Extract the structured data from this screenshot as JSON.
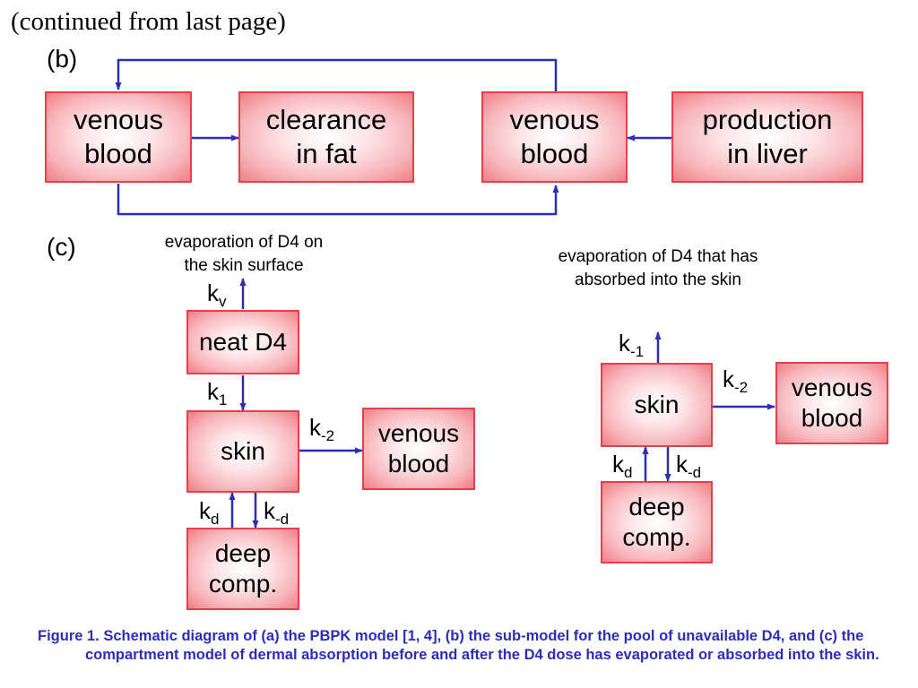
{
  "header": {
    "continued": "(continued from last page)"
  },
  "section_b": {
    "label": "(b)",
    "boxes": [
      "venous\nblood",
      "clearance\nin fat",
      "venous\nblood",
      "production\nin liver"
    ]
  },
  "section_c": {
    "label": "(c)",
    "note_left": "evaporation of D4 on\nthe skin surface",
    "note_right": "evaporation of D4 that has\nabsorbed into the skin",
    "left": {
      "boxes": {
        "neat": "neat D4",
        "skin": "skin",
        "venous": "venous\nblood",
        "deep": "deep\ncomp."
      },
      "rates": {
        "kv": [
          "k",
          "v"
        ],
        "k1": [
          "k",
          "1"
        ],
        "km2": [
          "k",
          "-2"
        ],
        "kd": [
          "k",
          "d"
        ],
        "kmd": [
          "k",
          "-d"
        ]
      }
    },
    "right": {
      "boxes": {
        "skin": "skin",
        "venous": "venous\nblood",
        "deep": "deep\ncomp."
      },
      "rates": {
        "km1": [
          "k",
          "-1"
        ],
        "km2": [
          "k",
          "-2"
        ],
        "kd": [
          "k",
          "d"
        ],
        "kmd": [
          "k",
          "-d"
        ]
      }
    }
  },
  "caption": "Figure 1. Schematic diagram of (a) the PBPK model [1, 4], (b) the sub-model for the pool of unavailable D4, and (c) the compartment model of dermal absorption before and after the D4 dose has evaporated or absorbed into the skin.",
  "colors": {
    "arrow": "#2d2db8",
    "box_border": "#e8404a",
    "caption": "#2d2db8"
  }
}
